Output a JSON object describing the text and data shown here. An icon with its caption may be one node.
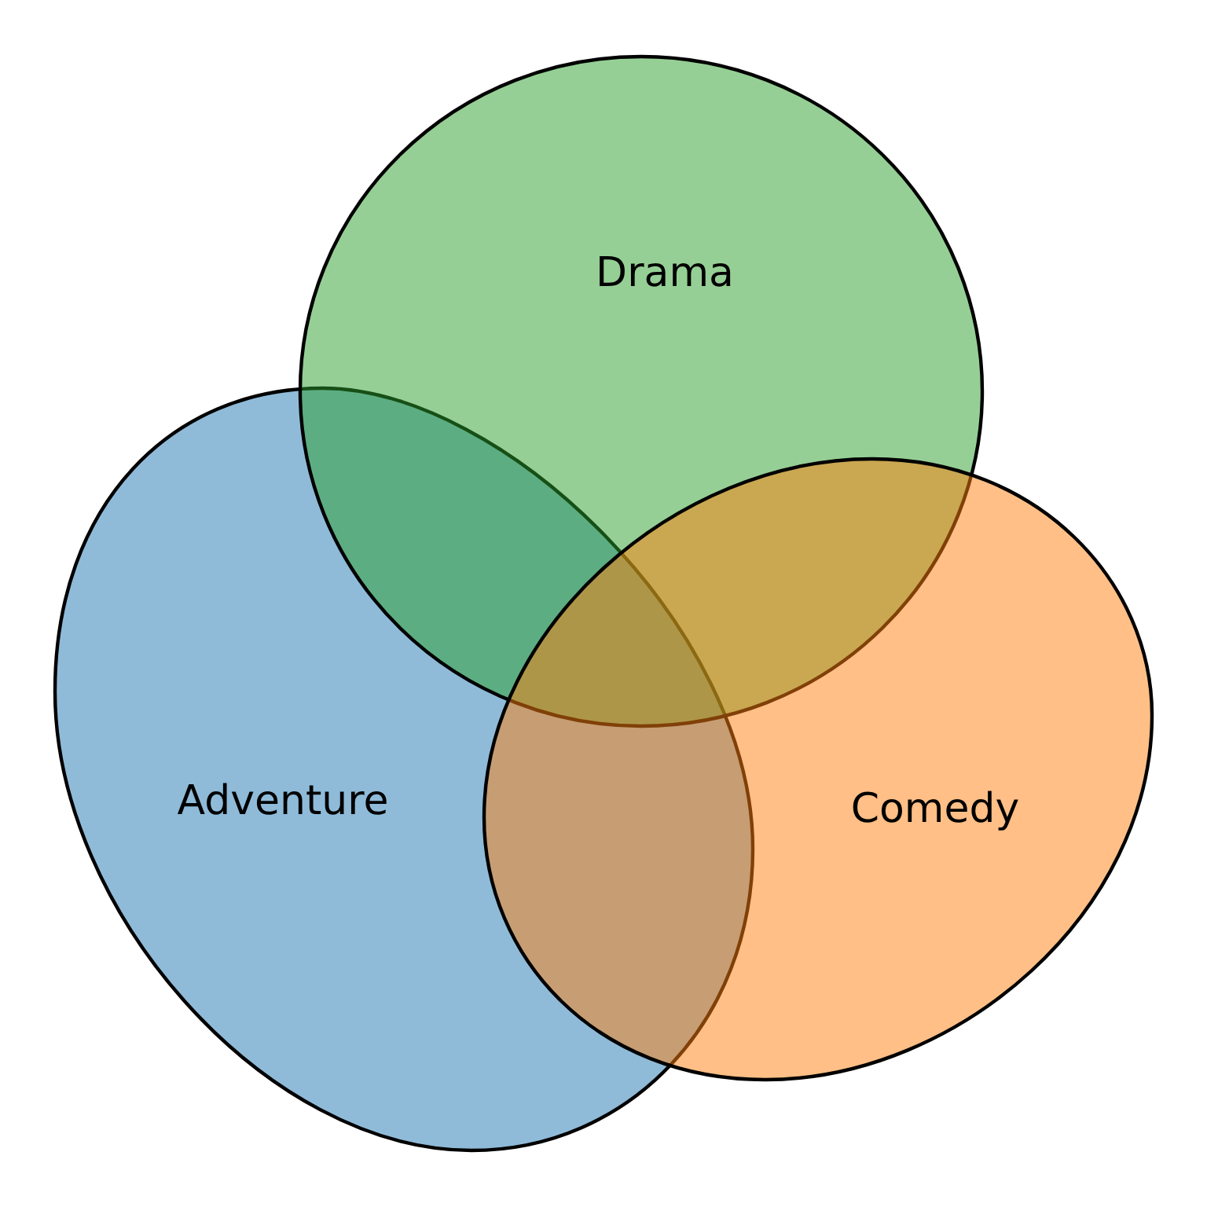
{
  "diagram": {
    "nodes": [
      {
        "text": [
          "Adventure"
        ]
      },
      {
        "text": [
          "Drama"
        ]
      },
      {
        "text": [
          "Comedy"
        ]
      }
    ]
  }
}
